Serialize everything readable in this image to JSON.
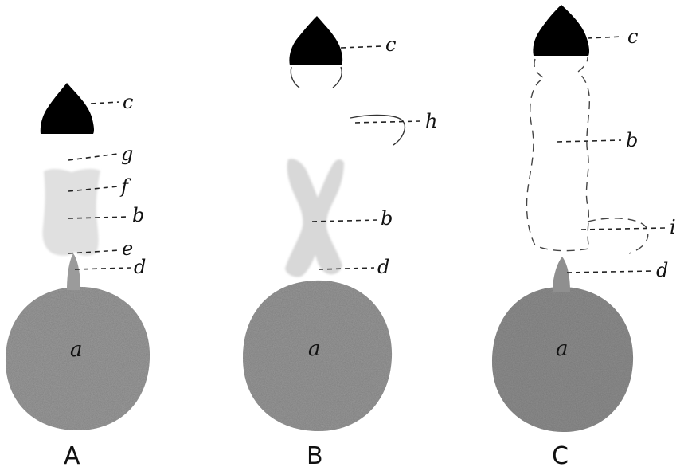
{
  "figure": {
    "panels": [
      {
        "caption": "A",
        "labels": {
          "c": "c",
          "g": "g",
          "f": "f",
          "b": "b",
          "e": "e",
          "d": "d",
          "a": "a"
        }
      },
      {
        "caption": "B",
        "labels": {
          "c": "c",
          "h": "h",
          "b": "b",
          "d": "d",
          "a": "a"
        }
      },
      {
        "caption": "C",
        "labels": {
          "c": "c",
          "b": "b",
          "i": "i",
          "d": "d",
          "a": "a"
        }
      }
    ]
  },
  "colors": {
    "head": "#000000",
    "ovum": "#9a9a9a",
    "body_stained": "#dedede",
    "ink": "#111111"
  }
}
